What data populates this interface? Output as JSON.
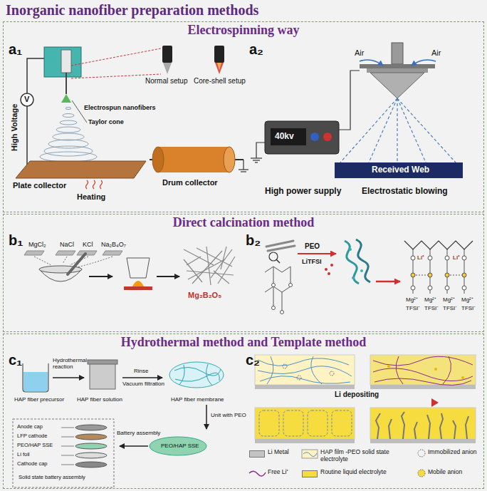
{
  "diagram": {
    "nodes": [
      {
        "text": [
          "Inorganic nanofiber preparation methods"
        ]
      },
      {
        "text": [
          "Electrospinning way"
        ],
        "in": 0
      },
      {
        "text": [
          "Direct calcination method"
        ],
        "in": 0
      },
      {
        "text": [
          "Hydrothermal method and Template method"
        ],
        "in": 0
      }
    ],
    "labels": [
      "a₁",
      "High Voltage",
      "V",
      "Electrospun nanofibers",
      "Taylor cone",
      "Normal setup",
      "Core-shell setup",
      "Plate collector",
      "Heating",
      "Drum collector",
      "a₂",
      "Air",
      "Air",
      "40kv",
      "Received Web",
      "High power supply",
      "Electrostatic blowing",
      "b₁",
      "MgCl₂",
      "NaCl",
      "KCl",
      "Na₂B₄O₇",
      "Mg₂B₂O₅",
      "b₂",
      "PEO",
      "LiTFSI",
      "Li⁺",
      "Li⁺",
      "Mg²⁺",
      "Mg²⁺",
      "Mg²⁺",
      "Mg²⁺",
      "TFSI⁻",
      "TFSI⁻",
      "TFSI⁻",
      "TFSI⁻",
      "c₁",
      "Hydrothermal reaction",
      "HAP fiber precursor",
      "HAP fiber solution",
      "Rinse",
      "Vacuum filtration",
      "HAP fiber membrane",
      "Unit with PEO",
      "Battery assembly",
      "PEO/HAP SSE",
      "Anode cap",
      "LFP cathode",
      "PEO/HAP SSE",
      "Li foil",
      "Cathode cap",
      "Solid state battery assembly",
      "c₂",
      "Li depositing"
    ],
    "legend": [
      {
        "text": "Li Metal",
        "color": "#c4c4c4"
      },
      {
        "text": "HAP film -PEO solid state electrolyte"
      },
      {
        "text": "Immobilized anion"
      },
      {
        "text": "Free Li⁺"
      },
      {
        "text": "Routine liquid electrolyte",
        "color": "#f7dc40"
      },
      {
        "text": "Mobile anion"
      }
    ]
  }
}
